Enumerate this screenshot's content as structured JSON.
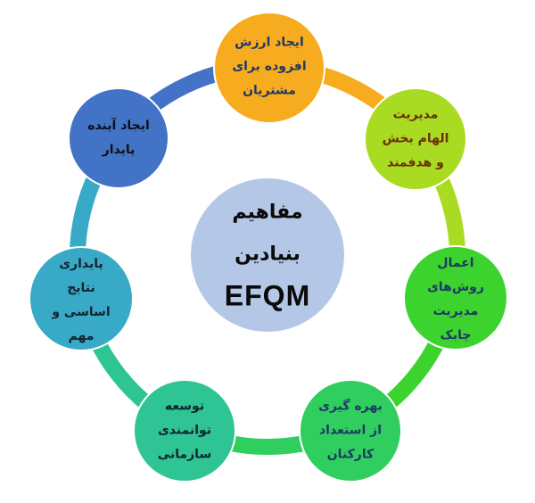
{
  "diagram": {
    "title_concept": "EFQM",
    "center": {
      "lines": [
        "مفاهیم",
        "بنیادین",
        "EFQM"
      ],
      "fill": "#B4C7E7",
      "text_color": "#0A0A0A"
    },
    "nodes": [
      {
        "lines": [
          "ایجاد ارزش",
          "افزوده برای",
          "مشتریان"
        ],
        "fill": "#F6AC1E",
        "text_color": "#1F3864"
      },
      {
        "lines": [
          "مدیریت",
          "الهام بخش",
          "و هدفمند"
        ],
        "fill": "#A9DB22",
        "text_color": "#6B2E09"
      },
      {
        "lines": [
          "اعمال",
          "روش‌های",
          "مدیریت",
          "چابک"
        ],
        "fill": "#3DD32F",
        "text_color": "#1F3864"
      },
      {
        "lines": [
          "بهره گیری",
          "از استعداد",
          "کارکنان"
        ],
        "fill": "#2FCE5F",
        "text_color": "#1F3864"
      },
      {
        "lines": [
          "توسعه",
          "توانمندی",
          "سازمانی"
        ],
        "fill": "#2EC494",
        "text_color": "#14222E"
      },
      {
        "lines": [
          "پایداری",
          "نتایج",
          "اساسی و",
          "مهم"
        ],
        "fill": "#38A9C6",
        "text_color": "#14222E"
      },
      {
        "lines": [
          "ایجاد آینده",
          "پایدار"
        ],
        "fill": "#4273C6",
        "text_color": "#0D1117"
      }
    ]
  }
}
